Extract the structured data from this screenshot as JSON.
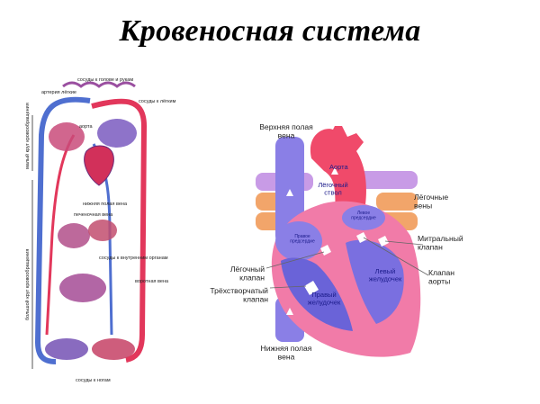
{
  "title": "Кровеносная система",
  "colors": {
    "arterial": "#e2375b",
    "venous": "#4f6fd0",
    "pulmonary_artery": "#c89be6",
    "pulmonary_vein": "#f2a56a",
    "heart_wall": "#f17ba8",
    "aorta": "#f04a6a",
    "vena_cava": "#8a7fe6"
  },
  "circulation_labels": {
    "top_head": "сосуды к голове и рукам",
    "lungs_artery": "артерия лёгкие",
    "lungs_vessels": "сосуды к лёгким",
    "aorta": "аорта",
    "small_circle": "малый круг кровообращения",
    "vena_cava_inferior": "нижняя полая вена",
    "hepatic_vein": "печеночная вена",
    "organs_vessels": "сосуды к внутренним органам",
    "portal_vein": "воротная вена",
    "big_circle": "большой круг кровообращения",
    "legs": "сосуды к ногам"
  },
  "heart_labels": {
    "superior_vena_cava": "Верхняя полая\nвена",
    "aorta": "Аорта",
    "pulmonary_trunk": "Лёгочный\nствол",
    "pulmonary_veins": "Лёгочные\nвены",
    "left_atrium": "Левое\nпредсердие",
    "right_atrium": "Правое\nпредсердие",
    "mitral_valve": "Митральный\nклапан",
    "pulmonary_valve": "Лёгочный\nклапан",
    "tricuspid_valve": "Трёхстворчатый\nклапан",
    "left_ventricle": "Левый\nжелудочек",
    "right_ventricle": "Правый\nжелудочек",
    "aortic_valve": "Клапан\nаорты",
    "inferior_vena_cava": "Нижняя полая\nвена"
  }
}
